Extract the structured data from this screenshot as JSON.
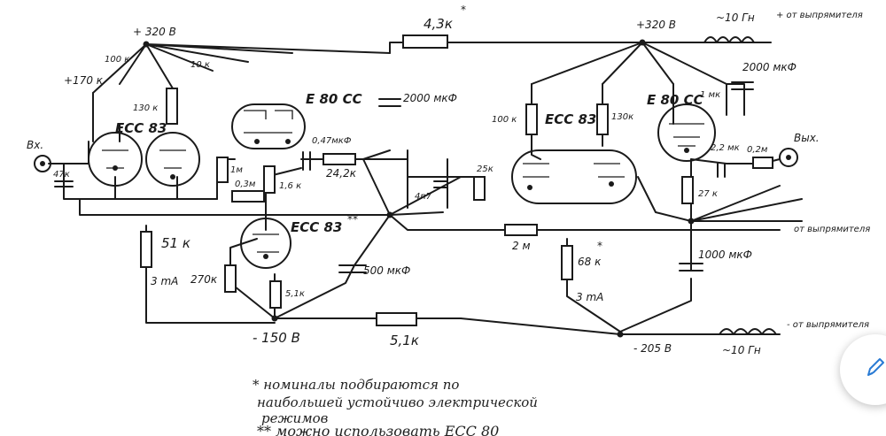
{
  "labels": {
    "v_b320_left": "+ 320 B",
    "v_b170": "+170 к",
    "v_b320_right": "+320 В",
    "v_n150": "- 150 В",
    "v_n205": "- 205 В",
    "r_43k": "4,3к",
    "r_43k_star": "*",
    "r_100k_a": "100 к",
    "r_10k_a": "10 к",
    "r_130k_a": "130 к",
    "r_1m": "1м",
    "r_1_6k": "1,6 к",
    "r_0_3m": "0,3м",
    "r_24_2k": "24,2к",
    "r_51k": "51 к",
    "r_270k": "270к",
    "r_5_1k_small": "5,1к",
    "r_5_1k_big": "5,1к",
    "r_2m": "2 м",
    "r_68k": "68 к",
    "r_68k_star": "*",
    "r_100k_b": "100 к",
    "r_130k_b": "130к",
    "r_27k": "27 к",
    "r_25k": "25к",
    "c_2000_left": "2000 мкФ",
    "c_2000_right": "2000 мкФ",
    "c_500": "500 мкФ",
    "c_1000": "1000 мкФ",
    "c_0_47": "0,47мкФ",
    "c_2_2": "2,2 мк",
    "c_1mk": "1 мк",
    "c_4n7": "4n7",
    "c_0_2m": "0,2м",
    "c_47": "47к",
    "l_10gn_top": "~10 Гн",
    "l_10gn_bottom": "~10 Гн",
    "i_3ma_left": "3 mA",
    "i_3ma_right": "3 mA",
    "tube_ecc83_left": "ECC 83",
    "tube_e80cc": "E 80 CC",
    "tube_ecc83_bottom": "ECC 83",
    "tube_ecc83_bottom_star": "**",
    "tube_ecc83_right": "ECC 83",
    "tube_e80cc_right": "E 80 CC",
    "in_label": "Вх.",
    "out_label": "Вых.",
    "note_top_right": "+ от выпрямителя",
    "note_middle_right": "от выпрямителя",
    "note_bottom_right": "- от выпрямителя",
    "footnote_1": "* номиналы подбираются по",
    "footnote_2": "наибольшей устойчиво электрической",
    "footnote_3": "режимов",
    "footnote_4": "** можно использовать ECC 80"
  },
  "ui": {
    "edit_button": "pencil-icon"
  }
}
